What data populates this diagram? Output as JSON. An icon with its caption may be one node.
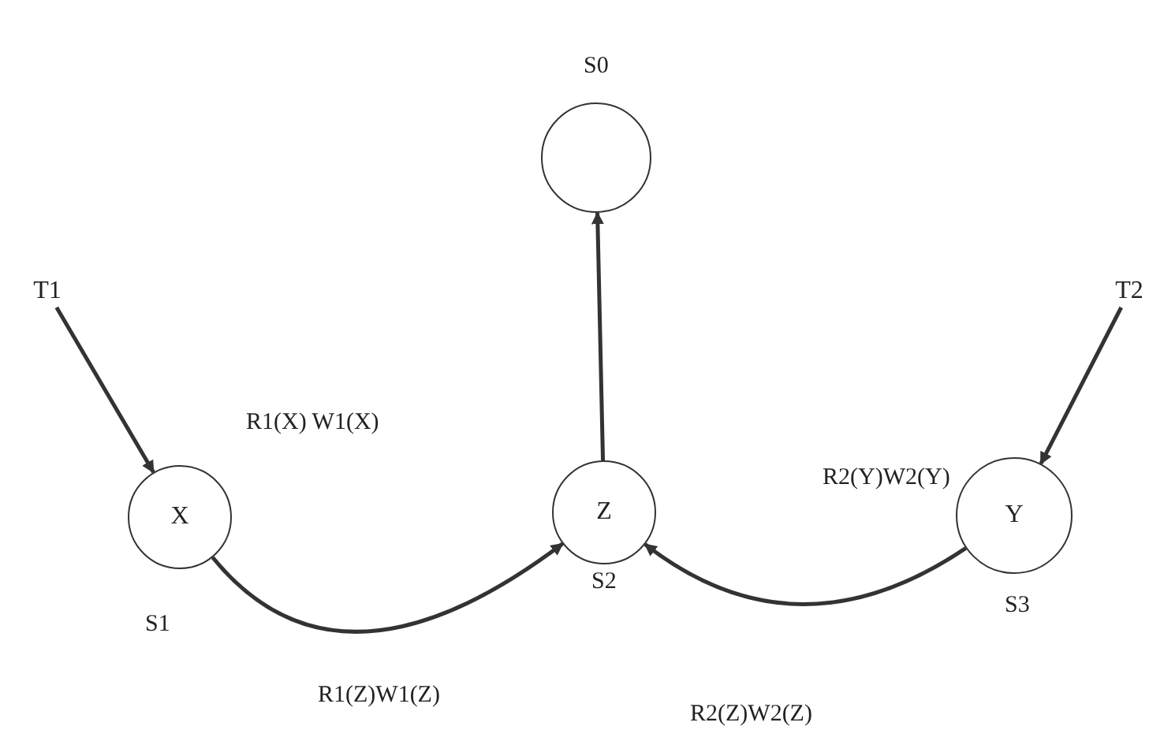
{
  "diagram": {
    "nodes": [
      {
        "text": [],
        "shape": "circle",
        "beside": [
          "S0"
        ]
      },
      {
        "text": [
          "X"
        ],
        "beside": [
          "R1(X) W1(X)",
          "S1"
        ]
      },
      {
        "text": [
          "Z"
        ],
        "beside": [
          "S2"
        ]
      },
      {
        "text": [
          "Y"
        ],
        "beside": [
          "R2(Y)W2(Y)",
          "S3"
        ]
      },
      {
        "text": [
          "T1"
        ]
      },
      {
        "text": [
          "T2"
        ]
      }
    ],
    "edges": [
      {
        "from": 4,
        "to": 1,
        "arrow": "to"
      },
      {
        "from": 5,
        "to": 3,
        "arrow": "to"
      },
      {
        "from": 2,
        "to": 0,
        "arrow": "to"
      },
      {
        "from": 1,
        "to": 2,
        "arrow": "to",
        "label": "R1(Z)W1(Z)"
      },
      {
        "from": 3,
        "to": 2,
        "arrow": "to",
        "label": "R2(Z)W2(Z)"
      }
    ]
  }
}
